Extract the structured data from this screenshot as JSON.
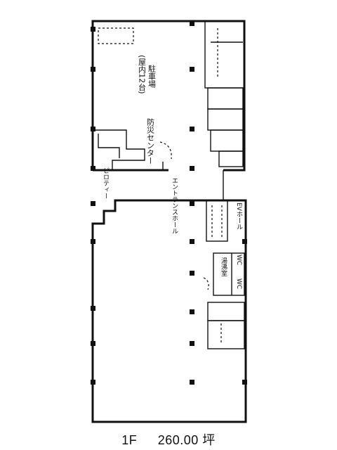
{
  "plan": {
    "rooms": {
      "parking": "駐車場",
      "parking_capacity": "(屋内12台)",
      "security_center": "防災センター",
      "entrance_hall": "エントランスホール",
      "pilotis": "ピロティー",
      "ev_hall": "EVホール",
      "wc_1": "WC",
      "wc_2": "WC",
      "hot_water_room": "湯沸室"
    }
  },
  "caption": {
    "floor": "1F",
    "area": "260.00 坪"
  }
}
